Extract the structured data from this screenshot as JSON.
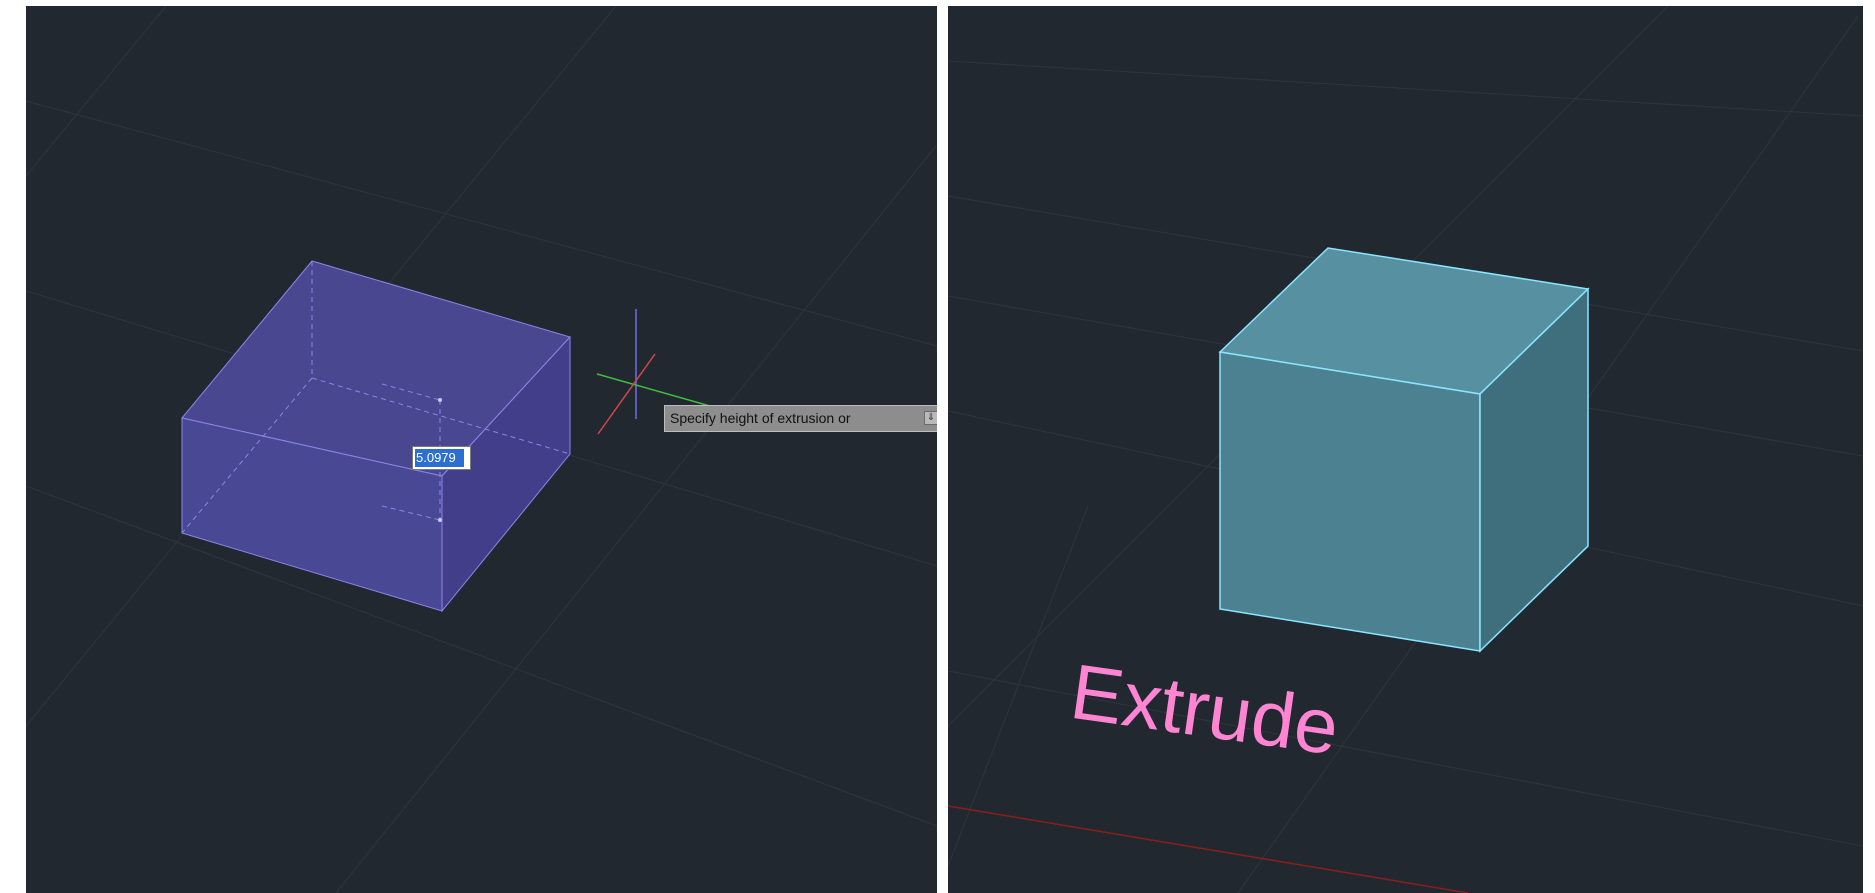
{
  "left_viewport": {
    "tooltip_text": "Specify height of extrusion or",
    "tooltip_icon": "down-arrow-icon",
    "height_value": "5.0979",
    "colors": {
      "background": "#212830",
      "solid_fill": "#4c4a9a",
      "solid_edge": "#8a86e8",
      "crosshair_z": "#6f6fe0",
      "crosshair_x": "#d04848",
      "crosshair_y": "#3fbf3f"
    }
  },
  "right_viewport": {
    "label": "Extrude",
    "colors": {
      "background": "#212830",
      "cube_front": "#4b8191",
      "cube_top": "#5690a1",
      "cube_side": "#3f6f7d",
      "cube_edge": "#8ae6ff",
      "label": "#ff85d2"
    }
  }
}
